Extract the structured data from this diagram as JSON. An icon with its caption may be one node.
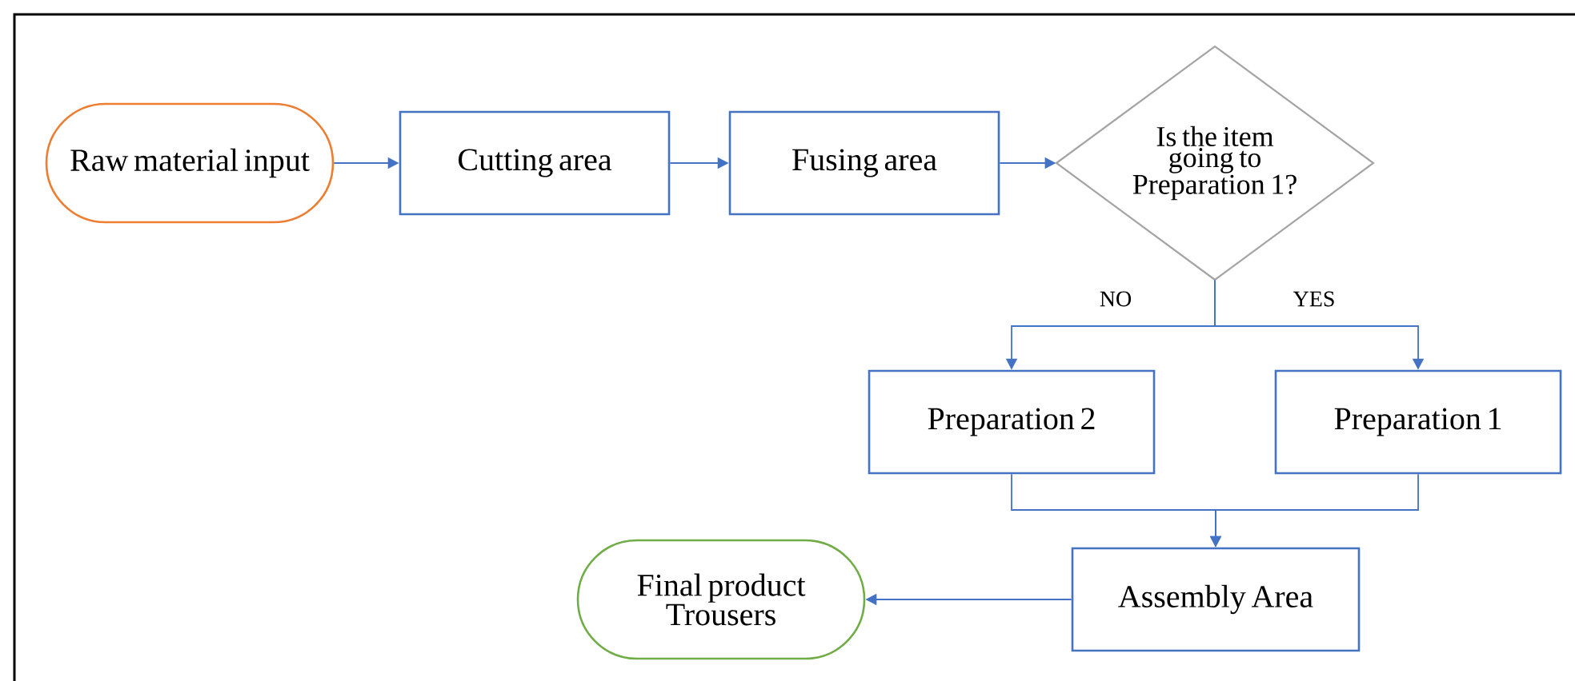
{
  "diagram": {
    "nodes": [
      {
        "text": [
          "Raw material input"
        ]
      },
      {
        "text": [
          "Cutting area"
        ]
      },
      {
        "text": [
          "Fusing area"
        ]
      },
      {
        "text": [
          "Is the item going to Preparation 1?"
        ]
      },
      {
        "text": [
          "Preparation 2"
        ]
      },
      {
        "text": [
          "Preparation 1"
        ]
      },
      {
        "text": [
          "Assembly Area"
        ]
      },
      {
        "text": [
          "Final product Trousers"
        ]
      }
    ],
    "edges": [
      {
        "from": 0,
        "to": 1,
        "arrow": "to"
      },
      {
        "from": 1,
        "to": 2,
        "arrow": "to"
      },
      {
        "from": 2,
        "to": 3,
        "arrow": "to"
      },
      {
        "from": 3,
        "to": 4,
        "arrow": "to",
        "label": "NO"
      },
      {
        "from": 3,
        "to": 5,
        "arrow": "to",
        "label": "YES"
      },
      {
        "from": 4,
        "to": 6,
        "arrow": "to"
      },
      {
        "from": 5,
        "to": 6,
        "arrow": "to"
      },
      {
        "from": 6,
        "to": 7,
        "arrow": "to"
      }
    ]
  }
}
